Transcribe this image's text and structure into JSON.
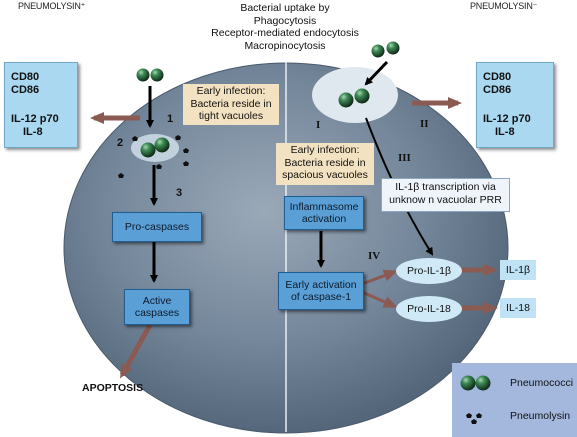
{
  "header": {
    "left": "PNEUMOLYSIN⁺",
    "right": "PNEUMOLYSIN⁻",
    "center_lines": [
      "Bacterial uptake by",
      "Phagocytosis",
      "Receptor-mediated endocytosis",
      "Macropinocytosis"
    ]
  },
  "left_markers": {
    "top": [
      "CD80",
      "CD86"
    ],
    "bottom": [
      "IL-12 p70",
      "IL-8"
    ]
  },
  "right_markers": {
    "top": [
      "CD80",
      "CD86"
    ],
    "bottom": [
      "IL-12 p70",
      "IL-8"
    ]
  },
  "notes": {
    "early_tight": [
      "Early infection:",
      "Bacteria reside in",
      "tight vacuoles"
    ],
    "early_spacious": [
      "Early infection:",
      "Bacteria reside in",
      "spacious vacuoles"
    ],
    "il1b_transcription": [
      "IL-1β transcription via",
      "unknow n vacuolar PRR"
    ]
  },
  "boxes": {
    "pro_caspases": "Pro-caspases",
    "active_caspases": [
      "Active",
      "caspases"
    ],
    "inflammasome": [
      "Inflammasome",
      "activation"
    ],
    "early_activation": [
      "Early activation",
      "of caspase-1"
    ]
  },
  "ellipses": {
    "pro_il1b": "Pro-IL-1β",
    "pro_il18": "Pro-IL-18"
  },
  "outputs": {
    "il1b": "IL-1β",
    "il18": "IL-18",
    "apoptosis": "APOPTOSIS"
  },
  "steps": {
    "s1": "1",
    "s2": "2",
    "s3": "3"
  },
  "pathways": {
    "I": "I",
    "II": "II",
    "III": "III",
    "IV": "IV"
  },
  "legend": {
    "pneumococci": "Pneumococci",
    "pneumolysin": "Pneumolysin"
  },
  "colors": {
    "cell_fill": "#6f8193",
    "marker_box": "#a9d8f0",
    "note_tan": "#f3e2c1",
    "process_box": "#5aa0d6",
    "output_arrow": "#8b5a52",
    "legend_bg": "#a4b8de",
    "bacteria": "#1f5a34"
  }
}
